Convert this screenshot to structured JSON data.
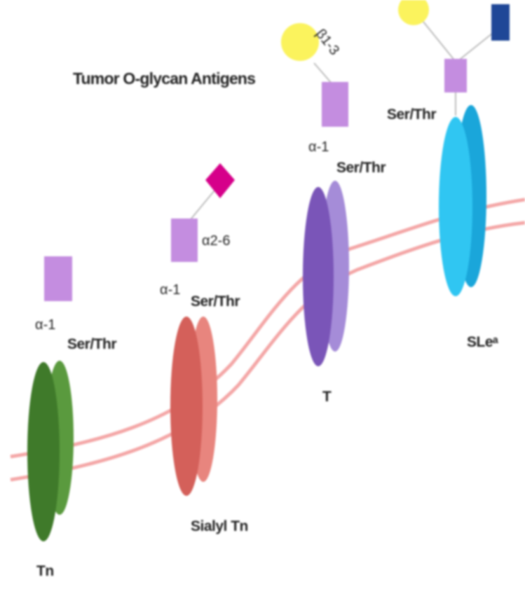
{
  "title": "Tumor O-glycan Antigens",
  "colors": {
    "membrane": "#f4a7a7",
    "galnac": "#c48de0",
    "galactose": "#fbf35d",
    "sialic_acid": "#d6008a",
    "glcnac": "#1f4797",
    "tn_protein": "#3f7a2a",
    "sialyl_tn_protein": "#dc6e66",
    "t_protein": "#8a66c7",
    "slea_protein": "#26b9ea"
  },
  "antigens": {
    "tn": {
      "name": "Tn",
      "linkage": "α-1",
      "site": "Ser/Thr"
    },
    "sialyl_tn": {
      "name": "Sialyl Tn",
      "linkage": "α-1",
      "site": "Ser/Thr",
      "branch_linkage": "α2-6"
    },
    "t": {
      "name": "T",
      "linkage": "α-1",
      "site": "Ser/Thr",
      "branch_linkage": "β1-3"
    },
    "slea": {
      "name": "SLeᵃ",
      "site": "Ser/Thr"
    }
  }
}
